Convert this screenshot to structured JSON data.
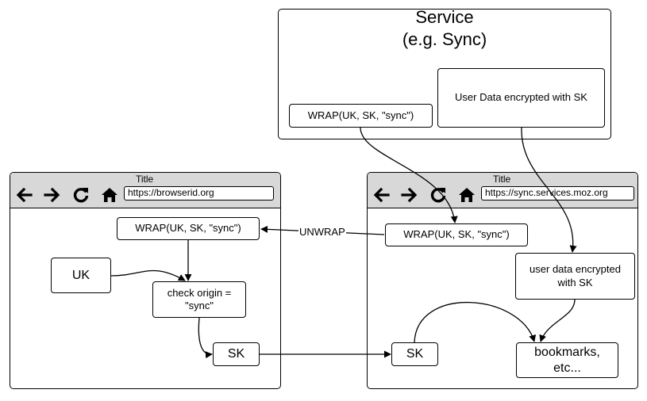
{
  "service": {
    "title_line1": "Service",
    "title_line2": "(e.g. Sync)",
    "wrap_box": "WRAP(UK, SK, \"sync\")",
    "user_data_box": "User Data encrypted with SK"
  },
  "left_window": {
    "title": "Title",
    "url": "https://browserid.org",
    "nav_icons": [
      "back-arrow-icon",
      "forward-arrow-icon",
      "reload-icon",
      "home-icon"
    ],
    "wrap_box": "WRAP(UK, SK, \"sync\")",
    "uk_box": "UK",
    "check_origin_box": "check origin = \"sync\"",
    "sk_box": "SK"
  },
  "right_window": {
    "title": "Title",
    "url": "https://sync.services.moz.org",
    "nav_icons": [
      "back-arrow-icon",
      "forward-arrow-icon",
      "reload-icon",
      "home-icon"
    ],
    "wrap_box": "WRAP(UK, SK, \"sync\")",
    "user_data_box": "user data encrypted with SK",
    "sk_box": "SK",
    "bookmarks_box": "bookmarks, etc..."
  },
  "edges": {
    "unwrap_label": "UNWRAP"
  }
}
